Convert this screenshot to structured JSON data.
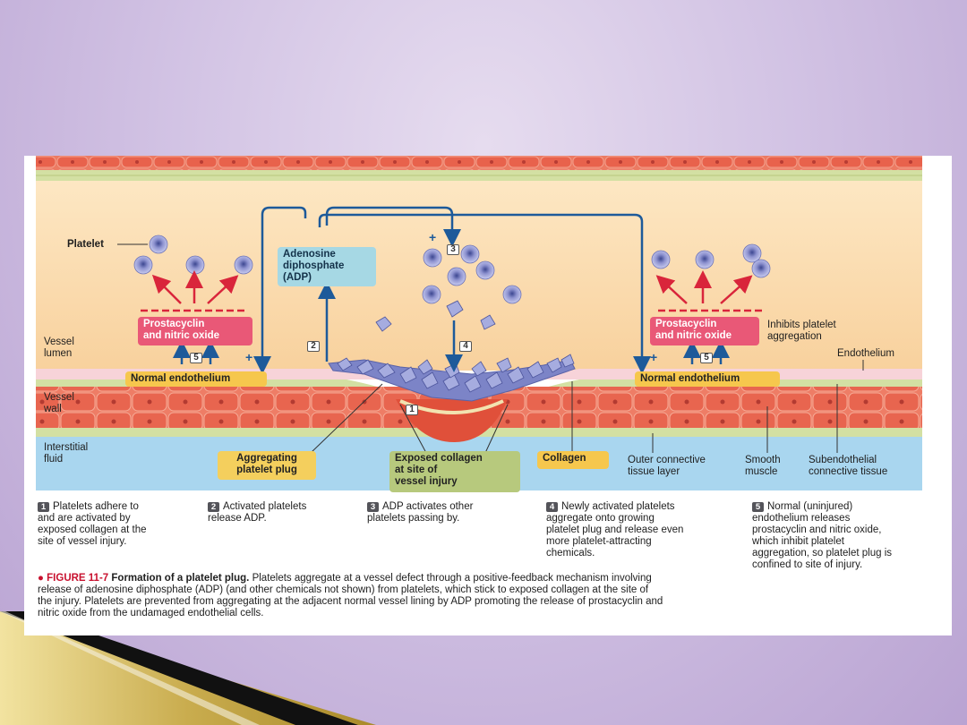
{
  "figure": {
    "labels": {
      "platelet": "Platelet",
      "vessel_lumen": "Vessel\nlumen",
      "vessel_wall": "Vessel\nwall",
      "interstitial_fluid": "Interstitial\nfluid",
      "endothelium": "Endothelium",
      "inhibits": "Inhibits platelet\naggregation",
      "outer_connective": "Outer connective\ntissue layer",
      "smooth_muscle": "Smooth\nmuscle",
      "subendothelial": "Subendothelial\nconnective tissue"
    },
    "boxes": {
      "adp": "Adenosine\ndiphosphate\n(ADP)",
      "prostacyclin_left": "Prostacyclin\nand nitric oxide",
      "prostacyclin_right": "Prostacyclin\nand nitric oxide",
      "normal_endothelium_left": "Normal endothelium",
      "normal_endothelium_right": "Normal endothelium",
      "aggregating_plug": "Aggregating\nplatelet plug",
      "exposed_collagen": "Exposed collagen\nat site of\nvessel injury",
      "collagen": "Collagen"
    },
    "step_markers": {
      "one": "1",
      "two": "2",
      "three": "3",
      "four": "4",
      "five_left": "5",
      "five_right": "5"
    },
    "plus_signs": [
      "+",
      "+",
      "+"
    ],
    "steps": [
      {
        "num": "1",
        "text": "Platelets adhere to\nand are activated by\nexposed collagen at the\nsite of vessel injury."
      },
      {
        "num": "2",
        "text": "Activated platelets\nrelease ADP."
      },
      {
        "num": "3",
        "text": "ADP activates other\nplatelets passing by."
      },
      {
        "num": "4",
        "text": "Newly activated platelets\naggregate onto growing\nplatelet plug and release even\nmore platelet-attracting\nchemicals."
      },
      {
        "num": "5",
        "text": "Normal (uninjured)\nendothelium releases\nprostacyclin and nitric oxide,\nwhich inhibit platelet\naggregation, so platelet plug is\nconfined to site of injury."
      }
    ],
    "caption": {
      "bullet": "●",
      "label": "FIGURE 11-7",
      "title": "Formation of a platelet plug.",
      "body": "Platelets aggregate at a vessel defect through a positive-feedback mechanism involving release of adenosine diphosphate (ADP) (and other chemicals not shown) from platelets, which stick to exposed collagen at the site of the injury. Platelets are prevented from aggregating at the adjacent normal vessel lining by ADP promoting the release of prostacyclin and nitric oxide from the undamaged endothelial cells."
    }
  },
  "colors": {
    "lumen": "#fbdcae",
    "wall": "#e86a55",
    "interstitial": "#a9d6ef",
    "connective": "#d3e0a3",
    "arrow_red": "#d9253b",
    "arrow_blue": "#1d5a9a",
    "platelet": "#8e93d0",
    "dash_red": "#d9253b"
  }
}
